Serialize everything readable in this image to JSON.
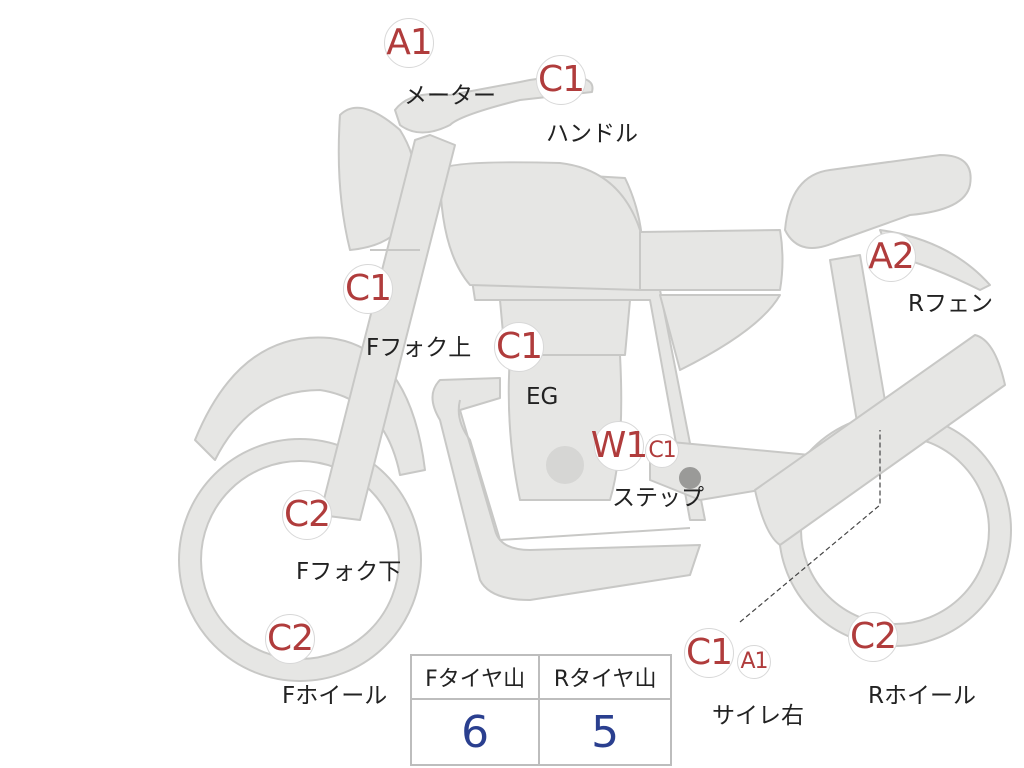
{
  "markers": [
    {
      "key": "meter",
      "grade": "A1",
      "label": "メーター"
    },
    {
      "key": "handle",
      "grade": "C1",
      "label": "ハンドル"
    },
    {
      "key": "fork_upper",
      "grade": "C1",
      "label": "Fフォク上"
    },
    {
      "key": "engine",
      "grade": "C1",
      "label": "EG"
    },
    {
      "key": "rear_fender",
      "grade": "A2",
      "label": "Rフェン"
    },
    {
      "key": "step",
      "grade": "W1",
      "grade2": "C1",
      "label": "ステップ"
    },
    {
      "key": "fork_lower",
      "grade": "C2",
      "label": "Fフォク下"
    },
    {
      "key": "front_wheel",
      "grade": "C2",
      "label": "Fホイール"
    },
    {
      "key": "muffler_right",
      "grade": "C1",
      "grade2": "A1",
      "label": "サイレ右"
    },
    {
      "key": "rear_wheel",
      "grade": "C2",
      "label": "Rホイール"
    }
  ],
  "tire_table": {
    "headers": [
      "Fタイヤ山",
      "Rタイヤ山"
    ],
    "values": [
      "6",
      "5"
    ]
  },
  "colors": {
    "bike_fill": "#e6e6e4",
    "bike_stroke": "#c8c8c6",
    "grade_text": "#b03c3c",
    "tire_value_text": "#2a3f8f"
  }
}
